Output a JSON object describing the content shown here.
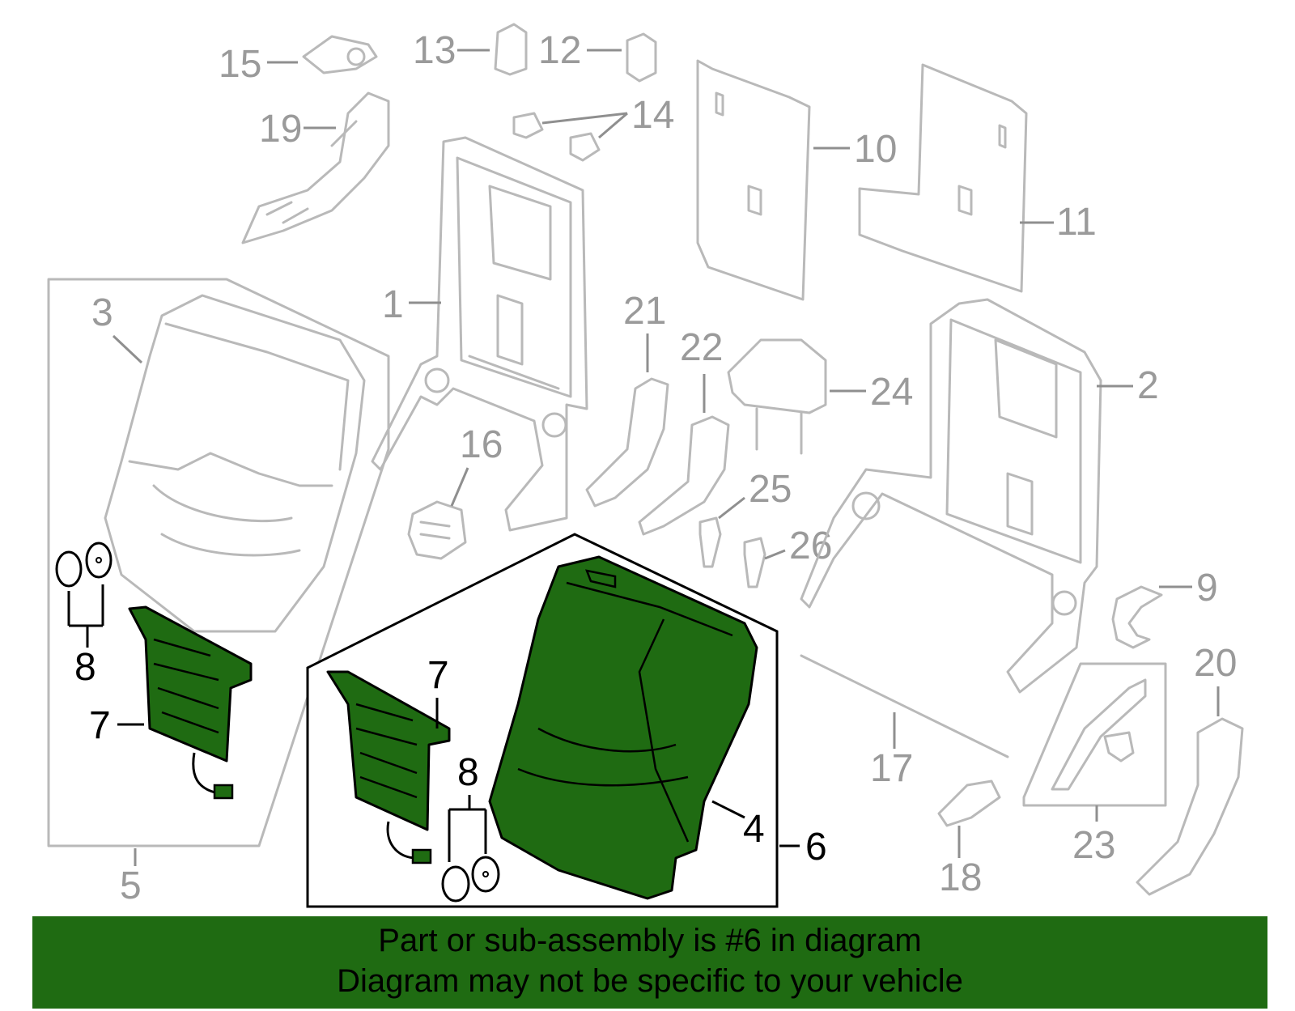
{
  "callouts": {
    "c1": "1",
    "c2": "2",
    "c3": "3",
    "c4": "4",
    "c5": "5",
    "c6": "6",
    "c7a": "7",
    "c7b": "7",
    "c8a": "8",
    "c8b": "8",
    "c9": "9",
    "c10": "10",
    "c11": "11",
    "c12": "12",
    "c13": "13",
    "c14": "14",
    "c15": "15",
    "c16": "16",
    "c17": "17",
    "c18": "18",
    "c19": "19",
    "c20": "20",
    "c21": "21",
    "c22": "22",
    "c23": "23",
    "c24": "24",
    "c25": "25",
    "c26": "26"
  },
  "banner": {
    "line1": "Part or sub-assembly is #6 in diagram",
    "line2": "Diagram may not be specific to your vehicle"
  },
  "colors": {
    "highlight": "#1f6b12",
    "ghost_line": "#b9b9b9",
    "callout_grey": "#9a9a9a"
  }
}
